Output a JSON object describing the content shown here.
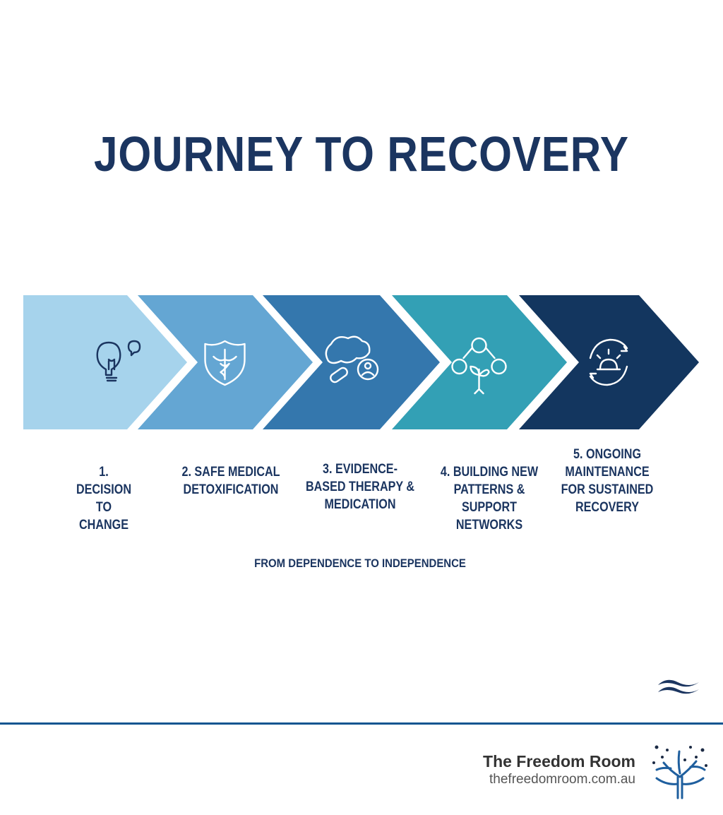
{
  "title": "JOURNEY TO RECOVERY",
  "steps": [
    {
      "label": "1. DECISION TO CHANGE",
      "icon": "lightbulb-speech-icon",
      "color": "#a6d3ec"
    },
    {
      "label": "2. SAFE MEDICAL DETOXIFICATION",
      "icon": "shield-caduceus-icon",
      "color": "#64a6d3"
    },
    {
      "label": "3. EVIDENCE-BASED THERAPY & MEDICATION",
      "icon": "brain-pill-icon",
      "color": "#3477ad"
    },
    {
      "label": "4. BUILDING NEW PATTERNS & SUPPORT NETWORKS",
      "icon": "people-network-sprout-icon",
      "color": "#33a0b5"
    },
    {
      "label": "5. ONGOING MAINTENANCE FOR SUSTAINED RECOVERY",
      "icon": "sunrise-cycle-icon",
      "color": "#13365f"
    }
  ],
  "subtitle": "FROM DEPENDENCE TO INDEPENDENCE",
  "brand": {
    "name": "The Freedom Room",
    "url": "thefreedomroom.com.au"
  },
  "colors": {
    "title": "#1b3560",
    "rule": "#0f5590"
  }
}
